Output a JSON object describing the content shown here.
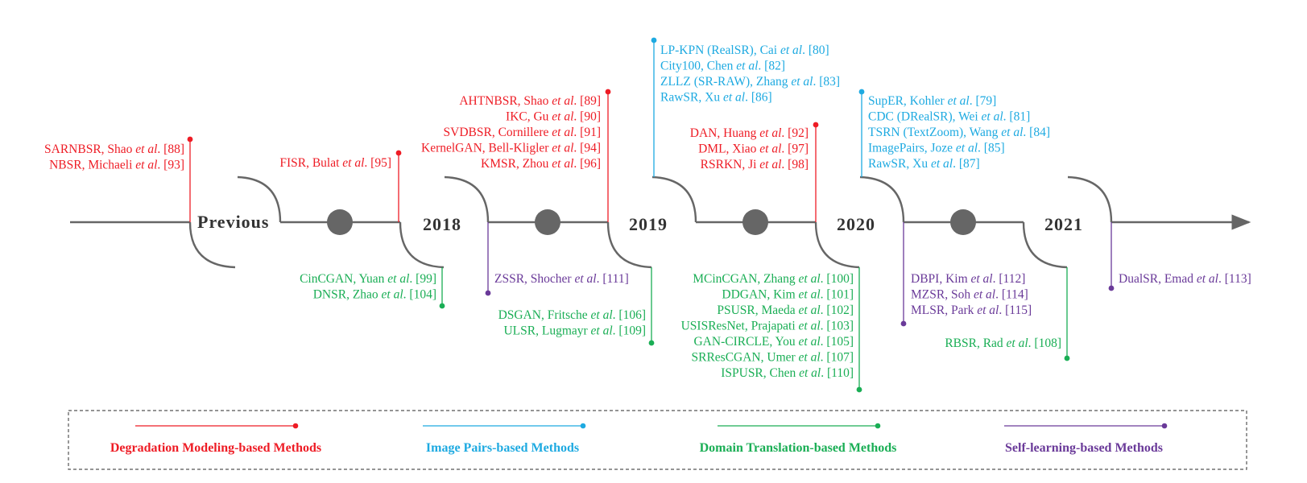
{
  "colors": {
    "degradation": "#ee1c25",
    "image_pairs": "#1eaae1",
    "domain": "#1aae55",
    "self": "#6a3a99",
    "axis": "#666666",
    "node": "#666666"
  },
  "periods": [
    {
      "label": "Previous"
    },
    {
      "label": "2018"
    },
    {
      "label": "2019"
    },
    {
      "label": "2020"
    },
    {
      "label": "2021"
    }
  ],
  "groups": [
    {
      "name": "previous-degradation",
      "category": "degradation",
      "entries": [
        {
          "prefix": "SARNBSR, Shao ",
          "ital": "et al",
          "suffix": ". [88]"
        },
        {
          "prefix": "NBSR, Michaeli ",
          "ital": "et al",
          "suffix": ". [93]"
        }
      ]
    },
    {
      "name": "2018-degradation",
      "category": "degradation",
      "entries": [
        {
          "prefix": "FISR, Bulat ",
          "ital": "et al",
          "suffix": ". [95]"
        }
      ]
    },
    {
      "name": "2018-domain",
      "category": "domain",
      "entries": [
        {
          "prefix": "CinCGAN, Yuan ",
          "ital": "et al",
          "suffix": ". [99]"
        },
        {
          "prefix": "DNSR, Zhao ",
          "ital": "et al",
          "suffix": ". [104]"
        }
      ]
    },
    {
      "name": "2018-self",
      "category": "self",
      "entries": [
        {
          "prefix": "ZSSR, Shocher ",
          "ital": "et al",
          "suffix": ". [111]"
        }
      ]
    },
    {
      "name": "2019-degradation",
      "category": "degradation",
      "entries": [
        {
          "prefix": "AHTNBSR, Shao ",
          "ital": "et al",
          "suffix": ". [89]"
        },
        {
          "prefix": "IKC,  Gu ",
          "ital": "et al",
          "suffix": ". [90]"
        },
        {
          "prefix": "SVDBSR, Cornillere ",
          "ital": "et al",
          "suffix": ". [91]"
        },
        {
          "prefix": "KernelGAN, Bell-Kligler ",
          "ital": "et al",
          "suffix": ". [94]"
        },
        {
          "prefix": "KMSR, Zhou ",
          "ital": "et al",
          "suffix": ". [96]"
        }
      ]
    },
    {
      "name": "2019-domain",
      "category": "domain",
      "entries": [
        {
          "prefix": "DSGAN, Fritsche ",
          "ital": "et al",
          "suffix": ". [106]"
        },
        {
          "prefix": "ULSR,  Lugmayr ",
          "ital": "et al",
          "suffix": ". [109]"
        }
      ]
    },
    {
      "name": "2019-pairs",
      "category": "image_pairs",
      "entries": [
        {
          "prefix": "LP-KPN (RealSR), Cai  ",
          "ital": "et al",
          "suffix": ". [80]"
        },
        {
          "prefix": "City100, Chen  ",
          "ital": "et al",
          "suffix": ". [82]"
        },
        {
          "prefix": "ZLLZ (SR-RAW), Zhang ",
          "ital": "et al",
          "suffix": ". [83]"
        },
        {
          "prefix": "RawSR, Xu  ",
          "ital": "et al",
          "suffix": ". [86]"
        }
      ]
    },
    {
      "name": "2020-degradation",
      "category": "degradation",
      "entries": [
        {
          "prefix": "DAN, Huang ",
          "ital": "et al",
          "suffix": ". [92]"
        },
        {
          "prefix": "DML, Xiao ",
          "ital": "et al",
          "suffix": ". [97]"
        },
        {
          "prefix": "RSRKN, Ji ",
          "ital": "et al",
          "suffix": ". [98]"
        }
      ]
    },
    {
      "name": "2020-domain",
      "category": "domain",
      "entries": [
        {
          "prefix": "MCinCGAN, Zhang ",
          "ital": "et al",
          "suffix": ". [100]"
        },
        {
          "prefix": "DDGAN, Kim ",
          "ital": "et al",
          "suffix": ". [101]"
        },
        {
          "prefix": "PSUSR, Maeda ",
          "ital": "et al",
          "suffix": ". [102]"
        },
        {
          "prefix": "USISResNet, Prajapati ",
          "ital": "et al",
          "suffix": ". [103]"
        },
        {
          "prefix": "GAN-CIRCLE, You ",
          "ital": "et al",
          "suffix": ". [105]"
        },
        {
          "prefix": "SRResCGAN, Umer ",
          "ital": "et al",
          "suffix": ". [107]"
        },
        {
          "prefix": "ISPUSR, Chen ",
          "ital": "et al",
          "suffix": ". [110]"
        }
      ]
    },
    {
      "name": "2020-pairs",
      "category": "image_pairs",
      "entries": [
        {
          "prefix": "SupER, Kohler  ",
          "ital": "et al",
          "suffix": ". [79]"
        },
        {
          "prefix": "CDC (DRealSR), Wei  ",
          "ital": "et al",
          "suffix": ". [81]"
        },
        {
          "prefix": "TSRN (TextZoom), Wang ",
          "ital": "et al",
          "suffix": ". [84]"
        },
        {
          "prefix": "ImagePairs, Joze ",
          "ital": "et al",
          "suffix": ". [85]"
        },
        {
          "prefix": "RawSR, Xu  ",
          "ital": "et al",
          "suffix": ". [87]"
        }
      ]
    },
    {
      "name": "2020-self",
      "category": "self",
      "entries": [
        {
          "prefix": "DBPI, Kim ",
          "ital": "et al",
          "suffix": ". [112]"
        },
        {
          "prefix": "MZSR, Soh ",
          "ital": "et al",
          "suffix": ". [114]"
        },
        {
          "prefix": "MLSR, Park ",
          "ital": "et al",
          "suffix": ". [115]"
        }
      ]
    },
    {
      "name": "2021-domain",
      "category": "domain",
      "entries": [
        {
          "prefix": "RBSR, Rad ",
          "ital": "et al",
          "suffix": ". [108]"
        }
      ]
    },
    {
      "name": "2021-self",
      "category": "self",
      "entries": [
        {
          "prefix": "DualSR, Emad ",
          "ital": "et al",
          "suffix": ". [113]"
        }
      ]
    }
  ],
  "legend": [
    {
      "category": "degradation",
      "label": "Degradation Modeling-based Methods"
    },
    {
      "category": "image_pairs",
      "label": "Image Pairs-based Methods"
    },
    {
      "category": "domain",
      "label": "Domain Translation-based Methods"
    },
    {
      "category": "self",
      "label": "Self-learning-based Methods"
    }
  ]
}
